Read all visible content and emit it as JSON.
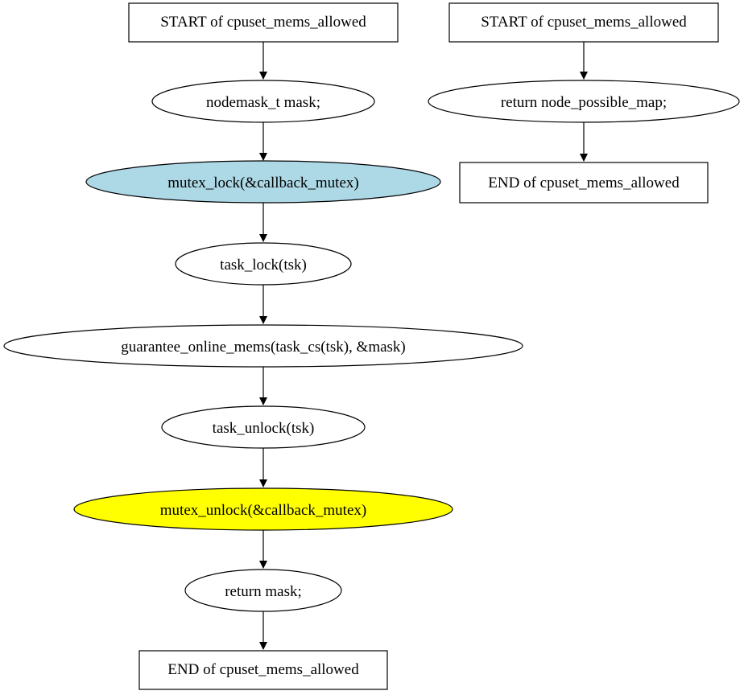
{
  "diagram": {
    "left_flow": {
      "start": "START of cpuset_mems_allowed",
      "steps": [
        "nodemask_t mask;",
        "mutex_lock(&callback_mutex)",
        "task_lock(tsk)",
        "guarantee_online_mems(task_cs(tsk), &mask)",
        "task_unlock(tsk)",
        "mutex_unlock(&callback_mutex)",
        "return mask;"
      ],
      "end": "END of cpuset_mems_allowed"
    },
    "right_flow": {
      "start": "START of cpuset_mems_allowed",
      "steps": [
        "return node_possible_map;"
      ],
      "end": "END of cpuset_mems_allowed"
    },
    "colors": {
      "lock_highlight": "#add8e6",
      "unlock_highlight": "#ffff00",
      "default_fill": "#ffffff",
      "stroke": "#000000"
    }
  }
}
